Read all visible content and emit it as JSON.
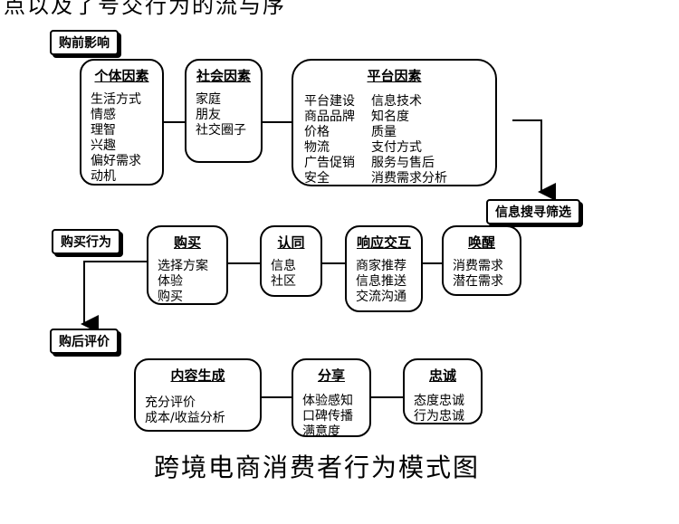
{
  "top_cut_text": "点以及了号交行为的流与序",
  "stages": {
    "pre_purchase": "购前影响",
    "purchase": "购买行为",
    "post_purchase": "购后评价",
    "search_filter": "信息搜寻筛选"
  },
  "pre": {
    "individual": {
      "title": "个体因素",
      "items": [
        "生活方式",
        "情感",
        "理智",
        "兴趣",
        "偏好需求",
        "动机"
      ]
    },
    "social": {
      "title": "社会因素",
      "items": [
        "家庭",
        "朋友",
        "社交圈子"
      ]
    },
    "platform": {
      "title": "平台因素",
      "col1": [
        "平台建设",
        "商品品牌",
        "价格",
        "物流",
        "广告促销",
        "安全"
      ],
      "col2": [
        "信息技术",
        "知名度",
        "质量",
        "支付方式",
        "服务与售后",
        "消费需求分析"
      ]
    }
  },
  "buy": {
    "purchase": {
      "title": "购买",
      "items": [
        "选择方案",
        "体验",
        "购买"
      ]
    },
    "identify": {
      "title": "认同",
      "items": [
        "信息",
        "社区"
      ]
    },
    "respond": {
      "title": "响应交互",
      "items": [
        "商家推荐",
        "信息推送",
        "交流沟通"
      ]
    },
    "awaken": {
      "title": "唤醒",
      "items": [
        "消费需求",
        "潜在需求"
      ]
    }
  },
  "post": {
    "content": {
      "title": "内容生成",
      "items": [
        "充分评价",
        "成本/收益分析"
      ]
    },
    "share": {
      "title": "分享",
      "items": [
        "体验感知",
        "口碑传播",
        "满意度"
      ]
    },
    "loyal": {
      "title": "忠诚",
      "items": [
        "态度忠诚",
        "行为忠诚"
      ]
    }
  },
  "caption": "跨境电商消费者行为模式图"
}
